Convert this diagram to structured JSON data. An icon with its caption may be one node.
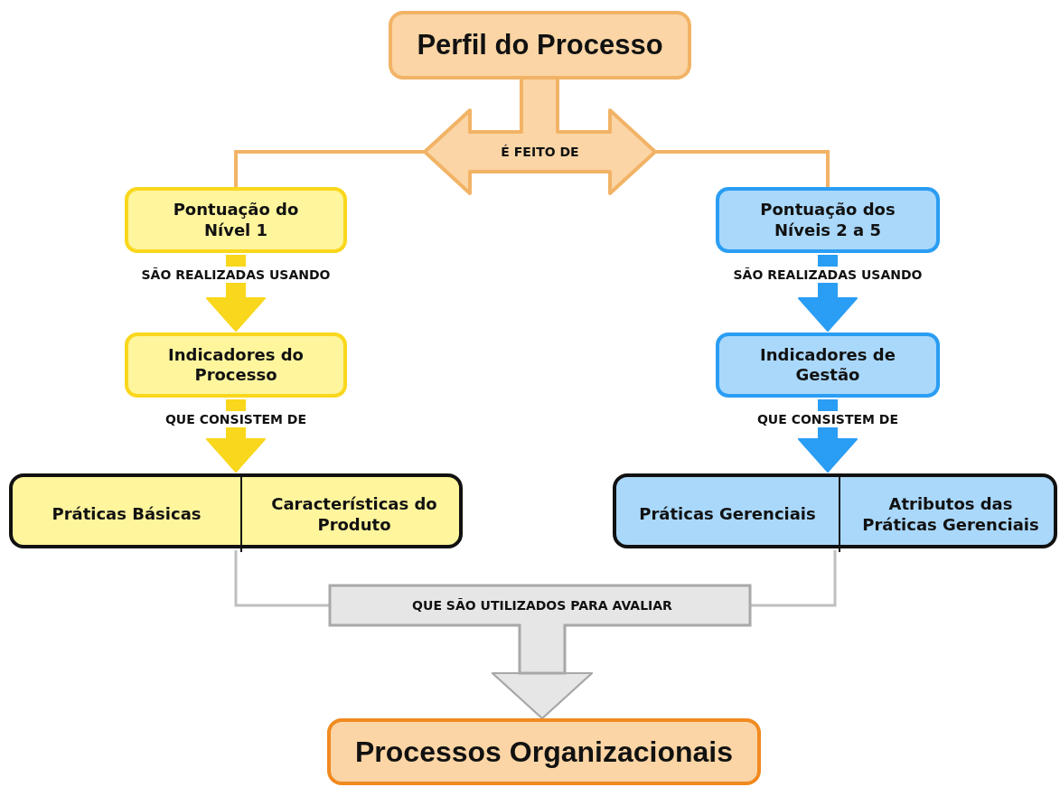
{
  "diagram": {
    "nodes": [
      {
        "text": [
          "Perfil do Processo"
        ]
      },
      {
        "text": [
          "Pontuação do Nível 1"
        ]
      },
      {
        "text": [
          "Pontuação dos Níveis 2 a 5"
        ]
      },
      {
        "text": [
          "Indicadores do Processo"
        ]
      },
      {
        "text": [
          "Indicadores de Gestão"
        ]
      },
      {
        "text": [],
        "shape": "box"
      },
      {
        "text": [
          "Práticas Básicas"
        ],
        "in": 5
      },
      {
        "text": [
          "Características do Produto"
        ],
        "in": 5
      },
      {
        "text": [],
        "shape": "box"
      },
      {
        "text": [
          "Práticas Gerenciais"
        ],
        "in": 8
      },
      {
        "text": [
          "Atributos das Práticas Gerenciais"
        ],
        "in": 8
      },
      {
        "text": [
          "Processos Organizacionais"
        ]
      }
    ],
    "edges": [
      {
        "from": 0,
        "to": 1,
        "arrow": "none",
        "label": "É FEITO DE",
        "color": "#f2b366"
      },
      {
        "from": 0,
        "to": 2,
        "arrow": "none",
        "color": "#f2b366"
      },
      {
        "from": 1,
        "to": 3,
        "arrow": "to",
        "label": "SÃO REALIZADAS USANDO",
        "style": "thick",
        "color": "#f9d71c"
      },
      {
        "from": 2,
        "to": 4,
        "arrow": "to",
        "label": "SÃO REALIZADAS USANDO",
        "style": "thick",
        "color": "#2a9df4"
      },
      {
        "from": 3,
        "to": 5,
        "arrow": "to",
        "label": "QUE CONSISTEM DE",
        "style": "thick",
        "color": "#f9d71c"
      },
      {
        "from": 4,
        "to": 8,
        "arrow": "to",
        "label": "QUE CONSISTEM DE",
        "style": "thick",
        "color": "#2a9df4"
      },
      {
        "from": 5,
        "to": 11,
        "arrow": "to",
        "label": "QUE SÃO UTILIZADOS PARA AVALIAR",
        "color": "#c0c0c0"
      },
      {
        "from": 8,
        "to": 11,
        "arrow": "to",
        "color": "#c0c0c0"
      }
    ]
  }
}
